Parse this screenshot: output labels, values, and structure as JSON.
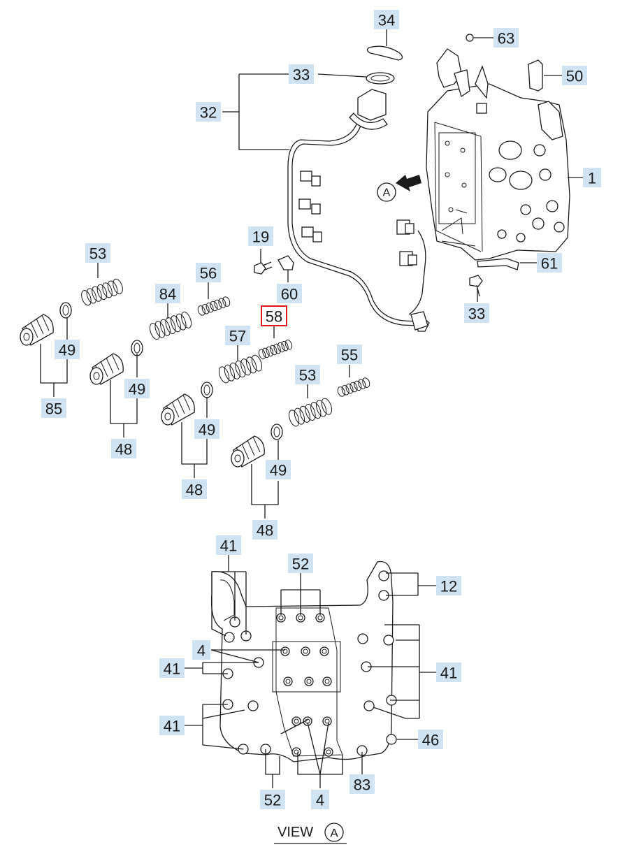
{
  "callouts": {
    "c34": "34",
    "c63": "63",
    "c33a": "33",
    "c50": "50",
    "c32": "32",
    "c1": "1",
    "c61": "61",
    "c33b": "33",
    "c19": "19",
    "c60": "60",
    "c58": "58",
    "c53a": "53",
    "c56": "56",
    "c84": "84",
    "c49a": "49",
    "c85": "85",
    "c57": "57",
    "c49b": "49",
    "c48a": "48",
    "c53b": "53",
    "c55": "55",
    "c49c": "49",
    "c48b": "48",
    "c49d": "49",
    "c48c": "48",
    "c41a": "41",
    "c52a": "52",
    "c12": "12",
    "c4a": "4",
    "c41b": "41",
    "c41c": "41",
    "c41d": "41",
    "c46": "46",
    "c52b": "52",
    "c4b": "4",
    "c83": "83"
  },
  "view_marker": "A",
  "view_label": {
    "text": "VIEW",
    "letter": "A"
  },
  "highlight_color": "#e0141c",
  "callout_fill": "#cfe3f3"
}
